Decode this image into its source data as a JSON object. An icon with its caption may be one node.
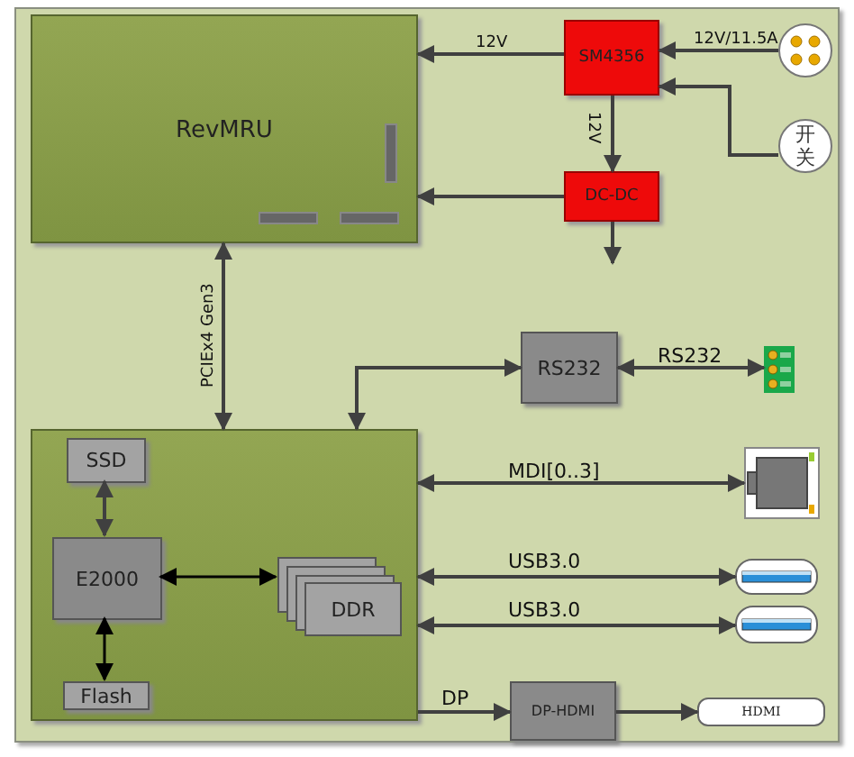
{
  "diagram": {
    "nodes": [
      {
        "text": [
          "RevMRU"
        ]
      },
      {
        "text": [
          "SM4356"
        ]
      },
      {
        "text": [],
        "shape": "circle"
      },
      {
        "text": [
          "开关"
        ]
      },
      {
        "text": [
          "DC-DC"
        ]
      },
      {
        "text": [
          "RS232"
        ]
      },
      {
        "text": [],
        "shape": "box"
      },
      {
        "text": [],
        "shape": "box"
      },
      {
        "text": [
          "SSD"
        ],
        "in": 7
      },
      {
        "text": [
          "E2000"
        ],
        "in": 7
      },
      {
        "text": [
          "DDR"
        ],
        "in": 7
      },
      {
        "text": [
          "Flash"
        ],
        "in": 7
      },
      {
        "text": [],
        "shape": "box"
      },
      {
        "text": [],
        "shape": "box"
      },
      {
        "text": [],
        "shape": "box"
      },
      {
        "text": [
          "DP-HDMI"
        ]
      },
      {
        "text": [
          "HDMI"
        ]
      }
    ],
    "edges": [
      {
        "from": 1,
        "to": 0,
        "arrow": "to",
        "label": "12V"
      },
      {
        "from": 2,
        "to": 1,
        "arrow": "to",
        "label": "12V/11.5A"
      },
      {
        "from": 3,
        "to": 1,
        "arrow": "to"
      },
      {
        "from": 1,
        "to": 4,
        "arrow": "to",
        "label": "12V"
      },
      {
        "from": 4,
        "to": 0,
        "arrow": "to"
      },
      {
        "from": 4,
        "to": null,
        "arrow": "to"
      },
      {
        "from": 7,
        "to": 0,
        "arrow": "both",
        "label": "PCIEx4 Gen3"
      },
      {
        "from": 7,
        "to": 5,
        "arrow": "both"
      },
      {
        "from": 5,
        "to": 6,
        "arrow": "both",
        "label": "RS232"
      },
      {
        "from": 8,
        "to": 9,
        "arrow": "both"
      },
      {
        "from": 9,
        "to": 10,
        "arrow": "both"
      },
      {
        "from": 9,
        "to": 11,
        "arrow": "both"
      },
      {
        "from": 7,
        "to": 12,
        "arrow": "both",
        "label": "MDI[0..3]"
      },
      {
        "from": 7,
        "to": 13,
        "arrow": "both",
        "label": "USB3.0"
      },
      {
        "from": 7,
        "to": 14,
        "arrow": "both",
        "label": "USB3.0"
      },
      {
        "from": 7,
        "to": 15,
        "arrow": "to",
        "label": "DP"
      },
      {
        "from": 15,
        "to": 16,
        "arrow": "to"
      }
    ]
  }
}
